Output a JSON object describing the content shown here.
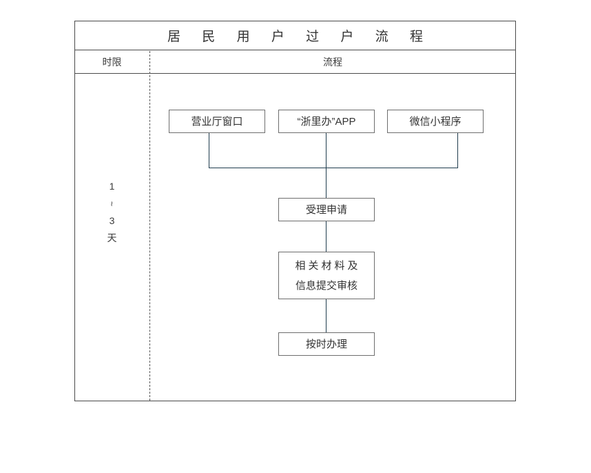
{
  "table": {
    "title": "居 民 用 户 过 户 流 程",
    "headers": {
      "time": "时限",
      "flow": "流程"
    },
    "time_value": {
      "line1": "1",
      "tilde": "~",
      "line3": "3",
      "unit": "天"
    }
  },
  "chart_data": {
    "type": "diagram",
    "title": "居 民 用 户 过 户 流 程",
    "nodes": [
      {
        "id": "hall",
        "label": "营业厅窗口",
        "lines": [
          "营业厅窗口"
        ],
        "row": 1,
        "col": 1
      },
      {
        "id": "app",
        "label": "“浙里办”APP",
        "lines": [
          "“浙里办”APP"
        ],
        "row": 1,
        "col": 2
      },
      {
        "id": "wechat",
        "label": "微信小程序",
        "lines": [
          "微信小程序"
        ],
        "row": 1,
        "col": 3
      },
      {
        "id": "accept",
        "label": "受理申请",
        "lines": [
          "受理申请"
        ],
        "row": 2,
        "col": 2
      },
      {
        "id": "materials",
        "label": "相关材料及信息提交审核",
        "lines": [
          "相关材料及",
          "信息提交审核"
        ],
        "row": 3,
        "col": 2
      },
      {
        "id": "process",
        "label": "按时办理",
        "lines": [
          "按时办理"
        ],
        "row": 4,
        "col": 2
      }
    ],
    "edges": [
      {
        "from": "hall",
        "to": "accept"
      },
      {
        "from": "app",
        "to": "accept"
      },
      {
        "from": "wechat",
        "to": "accept"
      },
      {
        "from": "accept",
        "to": "materials"
      },
      {
        "from": "materials",
        "to": "process"
      }
    ],
    "time_label": "1～3天",
    "colors": {
      "connector": "#1f3b4d",
      "node_border": "#6d6d6d",
      "table_border": "#4a4a4a",
      "divider": "#555555",
      "text": "#333333",
      "background": "#ffffff"
    }
  }
}
